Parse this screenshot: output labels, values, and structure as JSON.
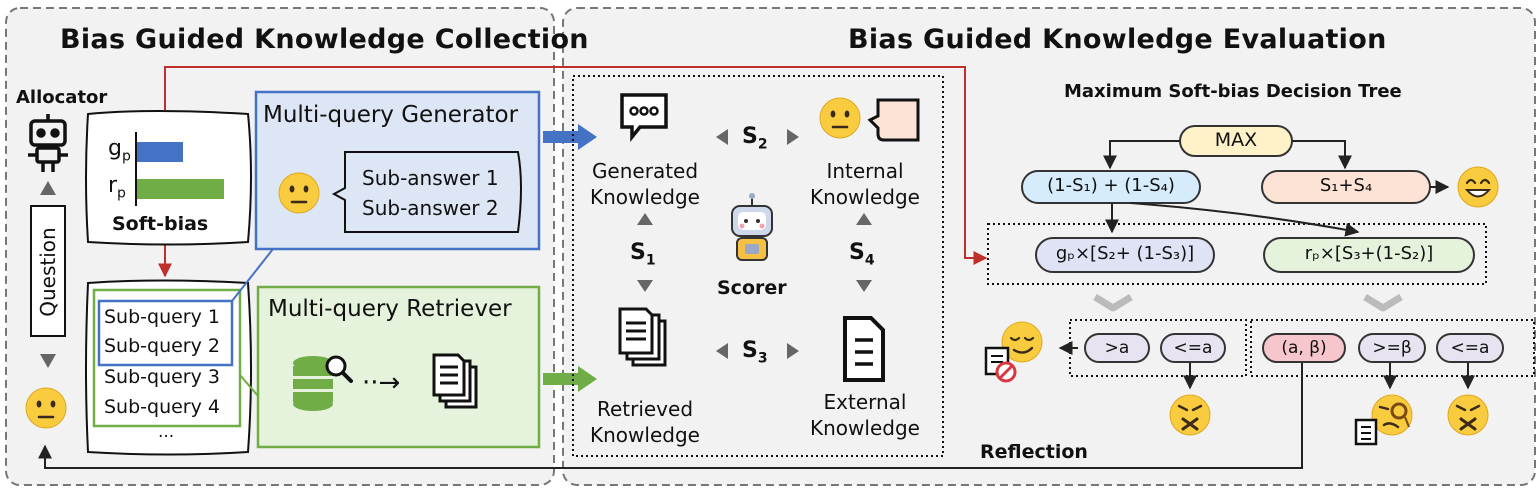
{
  "left_panel": {
    "title": "Bias Guided Knowledge Collection",
    "allocator_label": "Allocator",
    "question_label": "Question",
    "soft_bias": {
      "g_label": "g",
      "g_sub": "p",
      "r_label": "r",
      "r_sub": "p",
      "caption": "Soft-bias",
      "g_value": 0.33,
      "r_value": 0.62
    },
    "generator": {
      "title": "Multi-query Generator",
      "answers": [
        "Sub-answer 1",
        "Sub-answer 2"
      ]
    },
    "subqueries": [
      "Sub-query 1",
      "Sub-query 2",
      "Sub-query 3",
      "Sub-query 4",
      "..."
    ],
    "retriever": {
      "title": "Multi-query Retriever",
      "arrow": "··→"
    }
  },
  "right_panel": {
    "title": "Bias Guided Knowledge Evaluation",
    "knowledge": {
      "generated": [
        "Generated",
        "Knowledge"
      ],
      "internal": [
        "Internal",
        "Knowledge"
      ],
      "retrieved": [
        "Retrieved",
        "Knowledge"
      ],
      "external": [
        "External",
        "Knowledge"
      ],
      "scorer": "Scorer",
      "s1": "S",
      "s1_sub": "1",
      "s2": "S",
      "s2_sub": "2",
      "s3": "S",
      "s3_sub": "3",
      "s4": "S",
      "s4_sub": "4"
    },
    "tree": {
      "title": "Maximum Soft-bias Decision Tree",
      "max": "MAX",
      "left_node": "(1-S₁) + (1-S₄)",
      "right_node": "S₁+S₄",
      "g_node": "gₚ×[S₂+ (1-S₃)]",
      "r_node": "rₚ×[S₃+(1-S₂)]",
      "left_leaves": [
        ">a",
        "<=a"
      ],
      "right_leaves": [
        "(a, β)",
        ">=β",
        "<=a"
      ],
      "reflection": "Reflection"
    }
  },
  "colors": {
    "panel_fill": "#f2f2f2",
    "blue": "#4472c4",
    "green": "#70ad47",
    "red": "#c0302a",
    "max_fill": "#fff2c8",
    "left_node_fill": "#d6ecfb",
    "right_node_fill": "#fde3d6",
    "g_node_fill": "#dfe3f5",
    "r_node_fill": "#e5f2dc",
    "range_fill": "#f6c6cc",
    "leaf_fill": "#e7e3f1",
    "emoji": "#f9cb3e"
  }
}
